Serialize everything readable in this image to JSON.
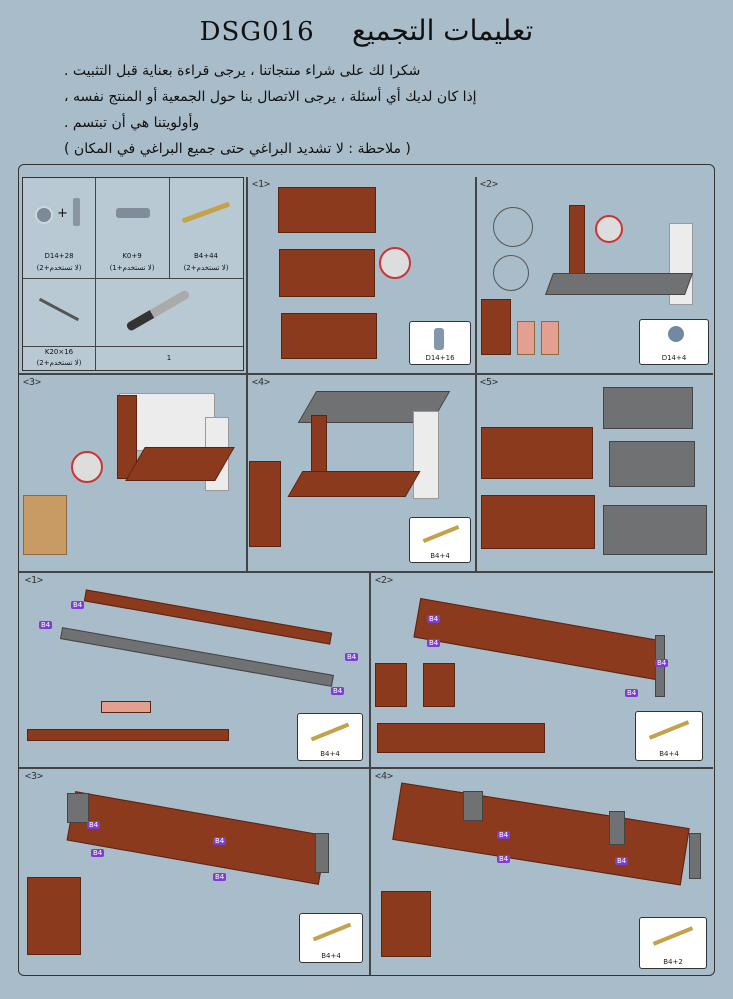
{
  "header": {
    "model": "DSG016",
    "title_ar": "تعليمات التجميع"
  },
  "intro": [
    "شكرا لك على شراء منتجاتنا ، يرجى قراءة بعناية قبل التثبيت .",
    "إذا كان لديك أي أسئلة ، يرجى الاتصال بنا حول الجمعية أو المنتج نفسه ،",
    "وأولويتنا هي أن تبتسم .",
    "( ملاحظة : لا تشديد البراغي حتى جميع البراغي في المكان )"
  ],
  "parts": [
    {
      "code": "D14+28",
      "qty": "(لا تستخدم+2)"
    },
    {
      "code": "K0+9",
      "qty": "(لا تستخدم+1)"
    },
    {
      "code": "B4+44",
      "qty": "(لا تستخدم+2)"
    },
    {
      "code": "K20×16",
      "qty": "(لا تستخدم+2)"
    },
    {
      "code": "",
      "qty": "1"
    }
  ],
  "steps": {
    "s1": "<1>",
    "s2": "<2>",
    "s3": "<3>",
    "s4": "<4>",
    "s5": "<5>",
    "b1": "<1>",
    "b2": "<2>",
    "b3": "<3>",
    "b4": "<4>"
  },
  "boxes": {
    "s1": "D14+16",
    "s2": "D14+4",
    "s4": "B4+4",
    "b1": "B4+4",
    "b2": "B4+4",
    "b3": "B4+4",
    "b4": "B4+2"
  },
  "tags": {
    "b4": "B4",
    "plus": "+"
  }
}
